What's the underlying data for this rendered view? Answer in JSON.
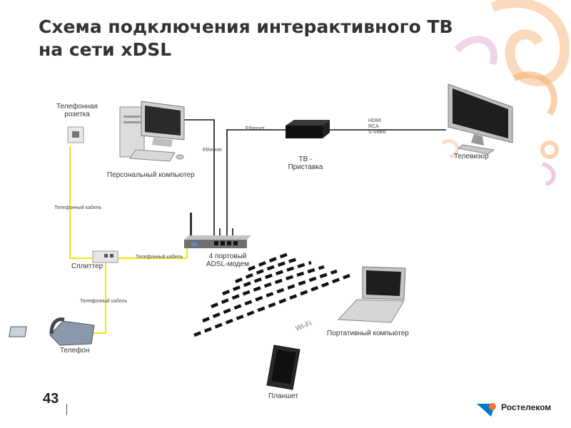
{
  "title": {
    "line1": "Схема подключения интерактивного ТВ",
    "line2": "на сети xDSL"
  },
  "nodes": {
    "socket": {
      "line1": "Телефонная",
      "line2": "розетка"
    },
    "pc": "Персональный компьютер",
    "stb": {
      "line1": "ТВ -",
      "line2": "Приставка"
    },
    "tv": "Телевизор",
    "splitter": "Сплиттер",
    "modem": {
      "line1": "4 портовый",
      "line2": "ADSL-модем"
    },
    "phone": "Телефон",
    "laptop": "Портативный компьютер",
    "tablet": "Планшет"
  },
  "cables": {
    "ethernet_pc": "Ethernet",
    "ethernet_stb": "Ethernet",
    "video": [
      "HDMI",
      "RCA",
      "S-Video"
    ],
    "phone_cable_1": "Телефонный кабель",
    "phone_cable_2": "Телефонный кабель",
    "phone_cable_3": "Телефонный кабель",
    "wifi": "Wi-Fi"
  },
  "footer": {
    "page_number": "43",
    "brand": "Ростелеком"
  },
  "colors": {
    "phone_cable": "#f2e600",
    "ethernet_cable": "#111111",
    "brand_blue": "#0077c8",
    "brand_orange": "#f47920"
  }
}
